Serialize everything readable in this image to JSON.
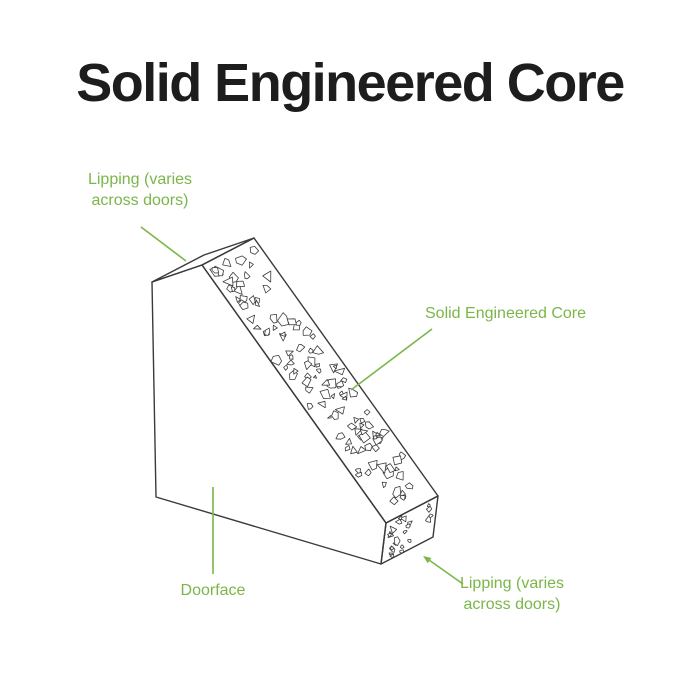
{
  "title": "Solid Engineered Core",
  "labels": {
    "lipping_top": "Lipping (varies across doors)",
    "core": "Solid Engineered Core",
    "doorface": "Doorface",
    "lipping_bottom": "Lipping (varies across doors)"
  },
  "colors": {
    "accent_green": "#7ab648",
    "outline": "#3a3a3a",
    "title_text": "#1d1d1d"
  }
}
